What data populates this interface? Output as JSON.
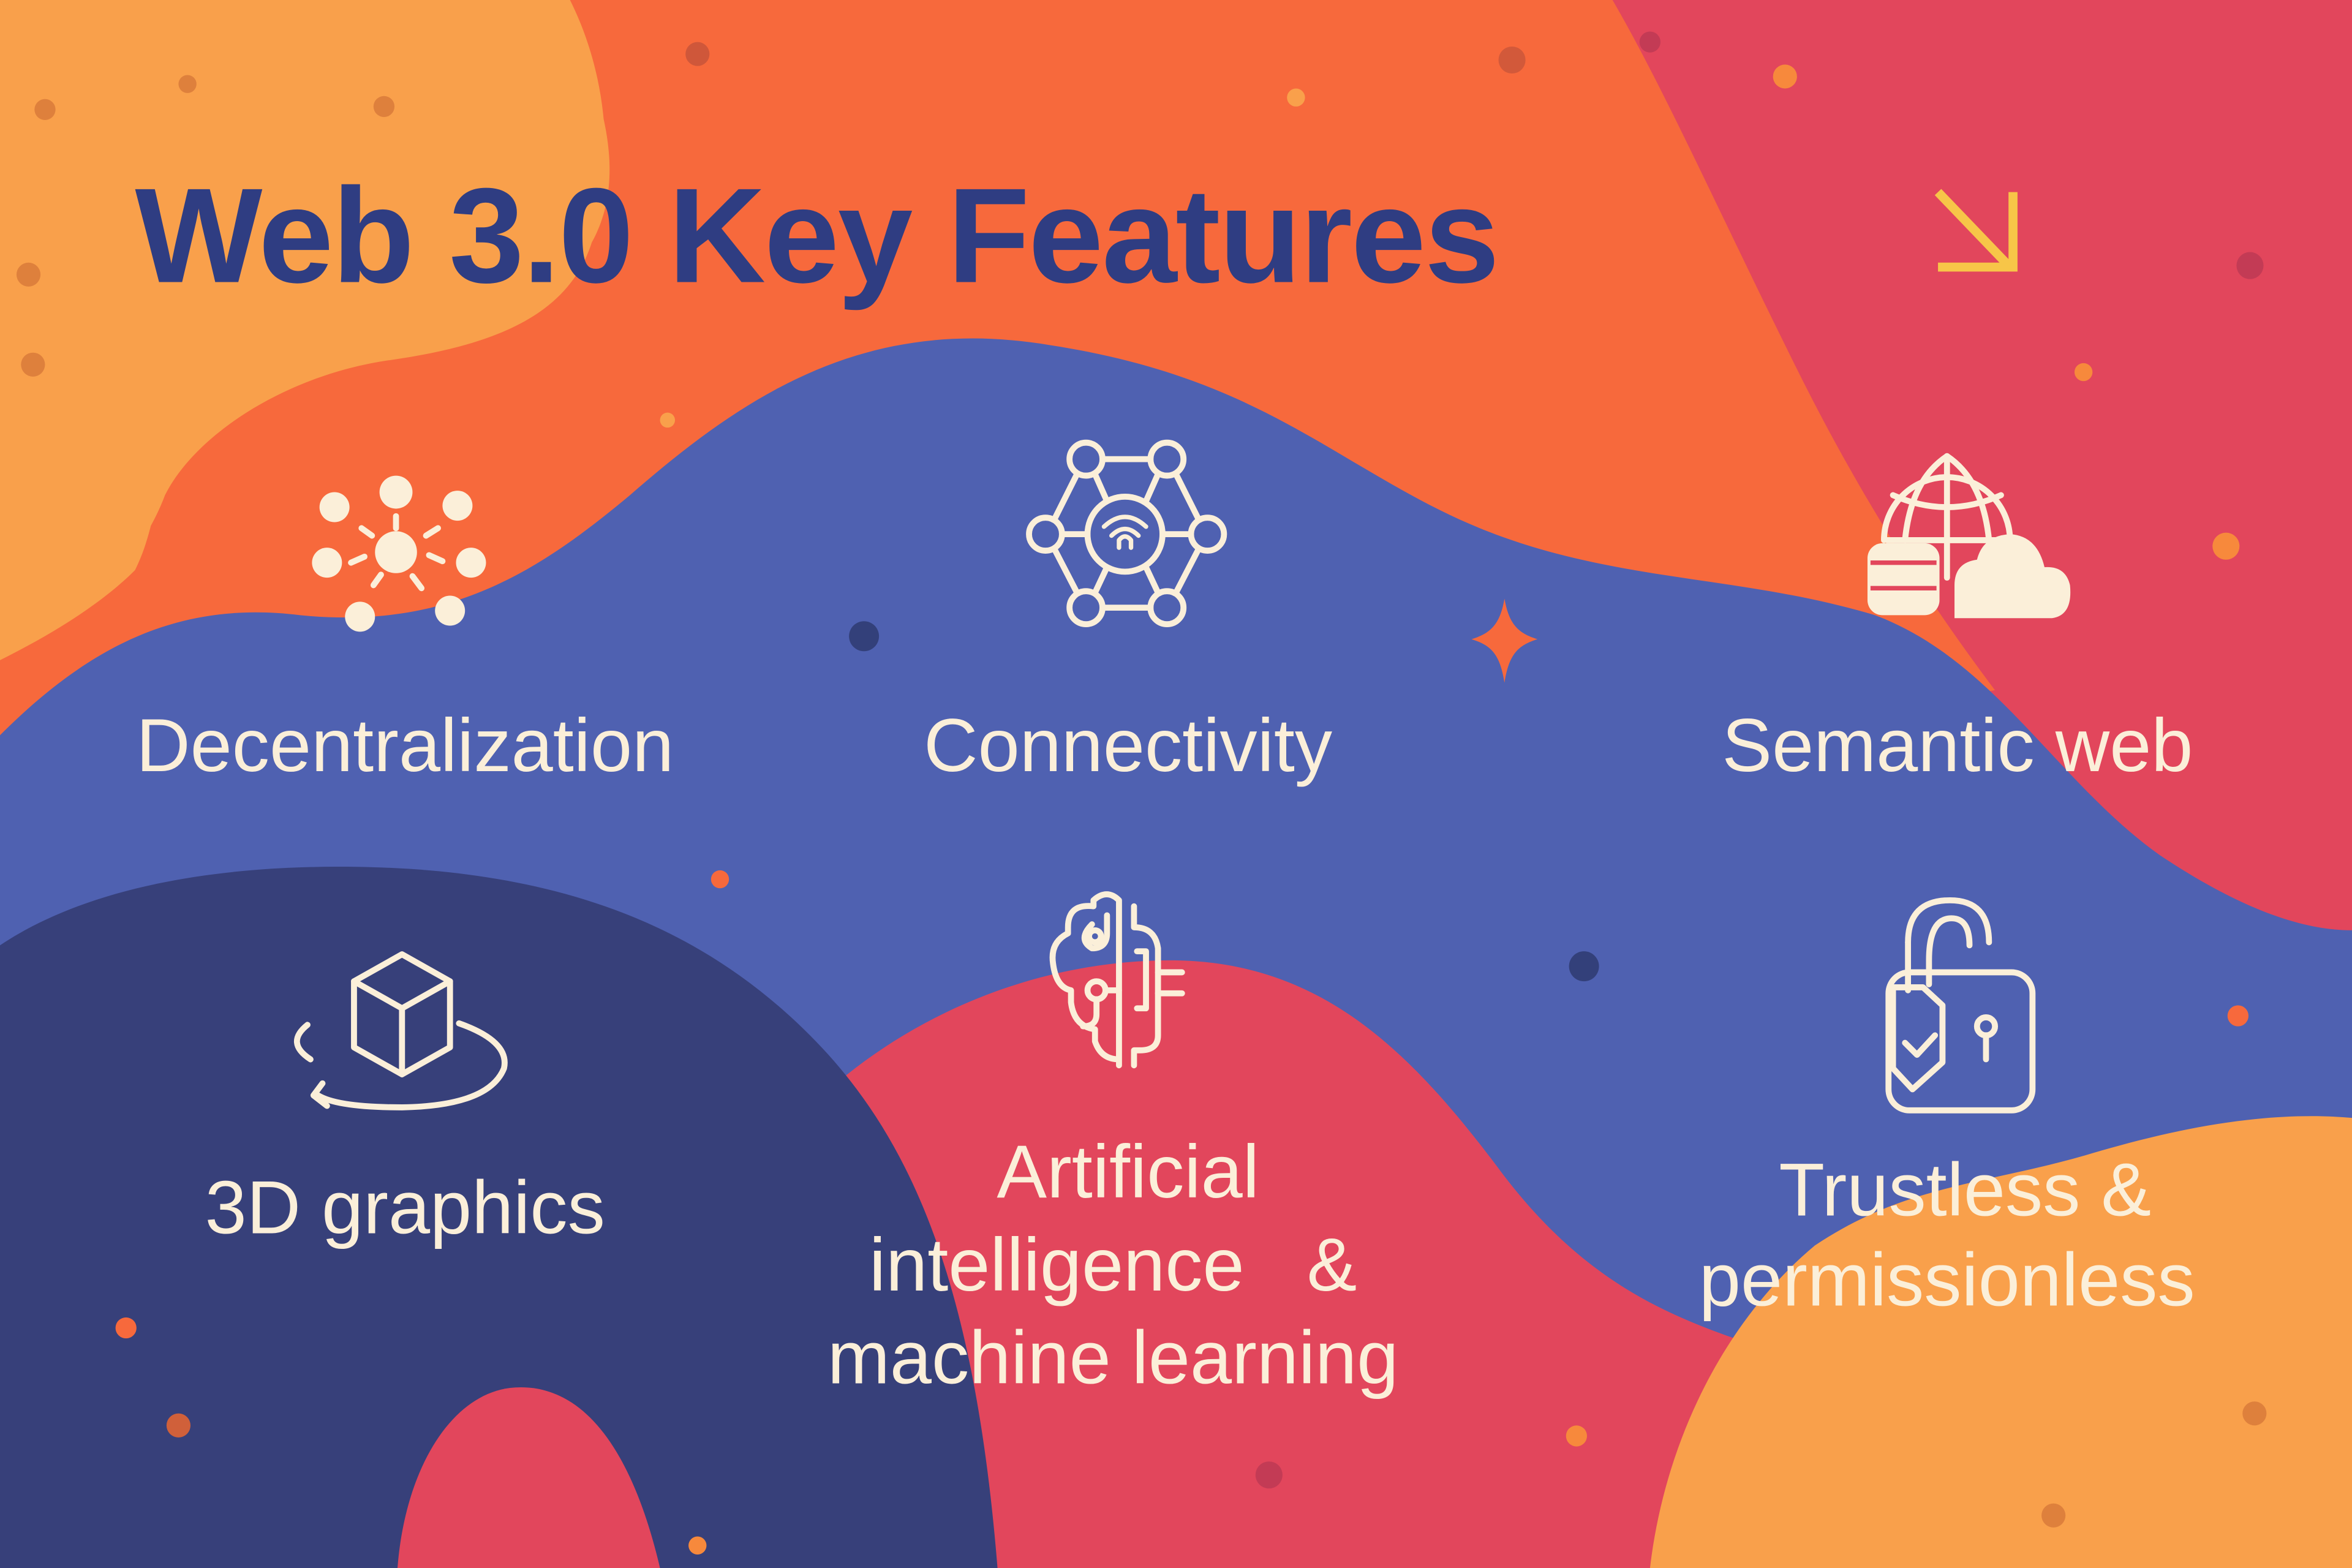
{
  "title": "Web 3.0 Key Features",
  "title_arrow_icon": "arrow-down-right-icon",
  "colors": {
    "light_orange": "#f9a04b",
    "orange": "#f7693c",
    "coral_red": "#e2465c",
    "blue": "#4f61b1",
    "navy": "#37407a",
    "title_navy": "#2f3d82",
    "cream": "#fbefd9",
    "arrow_yellow": "#f7c548"
  },
  "features": [
    {
      "label": "Decentralization",
      "icon": "network-hub-icon"
    },
    {
      "label": "Connectivity",
      "icon": "connected-nodes-wifi-icon"
    },
    {
      "label": "Semantic web",
      "icon": "globe-database-cloud-icon"
    },
    {
      "label": "3D graphics",
      "icon": "rotating-cube-icon"
    },
    {
      "label_lines": [
        "Artificial",
        "intelligence   &",
        "machine learning"
      ],
      "icon": "brain-circuit-icon"
    },
    {
      "label_lines": [
        "Trustless &",
        "permissionless"
      ],
      "icon": "unlocked-padlock-shield-icon"
    }
  ],
  "decorations": {
    "sparkle_icon": "four-point-star-icon"
  }
}
